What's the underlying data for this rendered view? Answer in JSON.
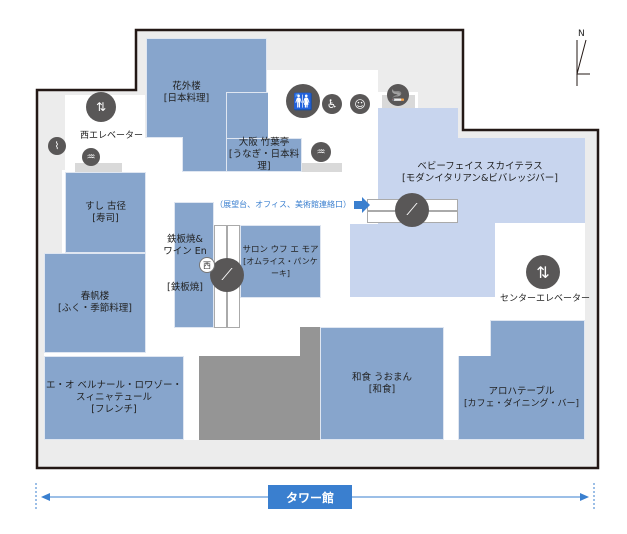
{
  "compass": {
    "north": "N"
  },
  "stores": [
    {
      "name": "花外楼",
      "category": "[日本料理]"
    },
    {
      "name": "大阪 竹葉亭",
      "category": "[うなぎ・日本料理]"
    },
    {
      "name": "すし 古径",
      "category": "[寿司]"
    },
    {
      "name": "鉄板焼&\nワイン En",
      "category": "[鉄板焼]"
    },
    {
      "name": "サロン ウフ エ モア",
      "category": "[オムライス・パンケーキ]"
    },
    {
      "name": "春帆楼",
      "category": "[ふく・季節料理]"
    },
    {
      "name": "ベビーフェイス スカイテラス",
      "category": "[モダンイタリアン&ビバレッジバー]"
    },
    {
      "name": "エ・オ ベルナール・ロワゾー・\nスィニャテュール",
      "category": "[フレンチ]"
    },
    {
      "name": "和食 うおまん",
      "category": "[和食]"
    },
    {
      "name": "アロハテーブル",
      "category": "[カフェ・ダイニング・バー]"
    }
  ],
  "labels": {
    "west_elevator": "西エレベーター",
    "center_elevator": "センターエレベーター",
    "connection": "（展望台、オフィス、美術館連絡口）",
    "west_badge": "西"
  },
  "footer": {
    "building": "タワー館"
  },
  "colors": {
    "store": "#87a5cc",
    "terrace": "#c8d5ee",
    "accent": "#3a7fcf",
    "icon": "#595757"
  }
}
